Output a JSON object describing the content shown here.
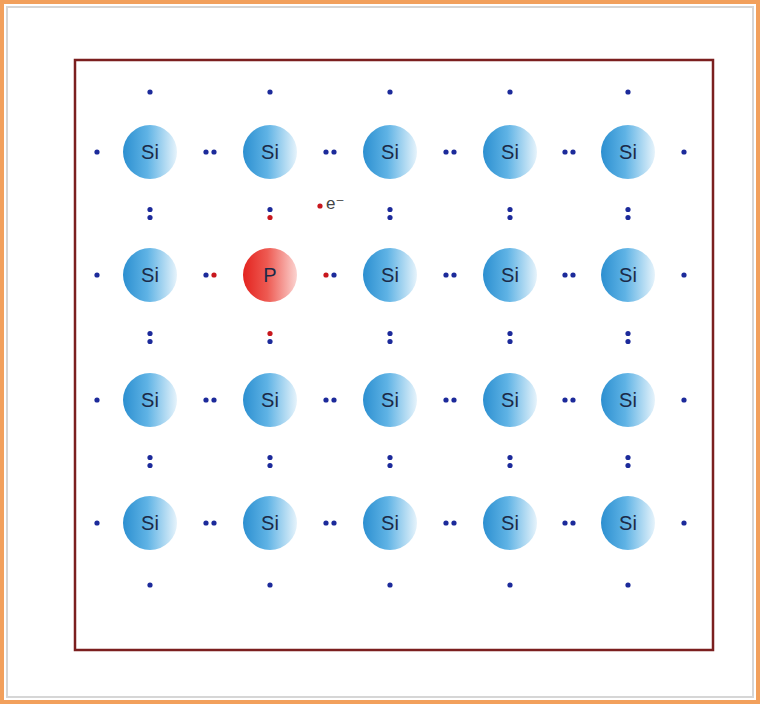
{
  "diagram": {
    "nodes": [
      {
        "text": [
          "Si"
        ]
      },
      {
        "text": [
          "Si"
        ]
      },
      {
        "text": [
          "Si"
        ]
      },
      {
        "text": [
          "Si"
        ]
      },
      {
        "text": [
          "Si"
        ]
      },
      {
        "text": [
          "Si"
        ]
      },
      {
        "text": [
          "P"
        ]
      },
      {
        "text": [
          "Si"
        ]
      },
      {
        "text": [
          "Si"
        ]
      },
      {
        "text": [
          "Si"
        ]
      },
      {
        "text": [
          "Si"
        ]
      },
      {
        "text": [
          "Si"
        ]
      },
      {
        "text": [
          "Si"
        ]
      },
      {
        "text": [
          "Si"
        ]
      },
      {
        "text": [
          "Si"
        ]
      },
      {
        "text": [
          "Si"
        ]
      },
      {
        "text": [
          "Si"
        ]
      },
      {
        "text": [
          "Si"
        ]
      },
      {
        "text": [
          "Si"
        ]
      },
      {
        "text": [
          "Si"
        ]
      }
    ],
    "labels": [
      "e⁻"
    ]
  }
}
